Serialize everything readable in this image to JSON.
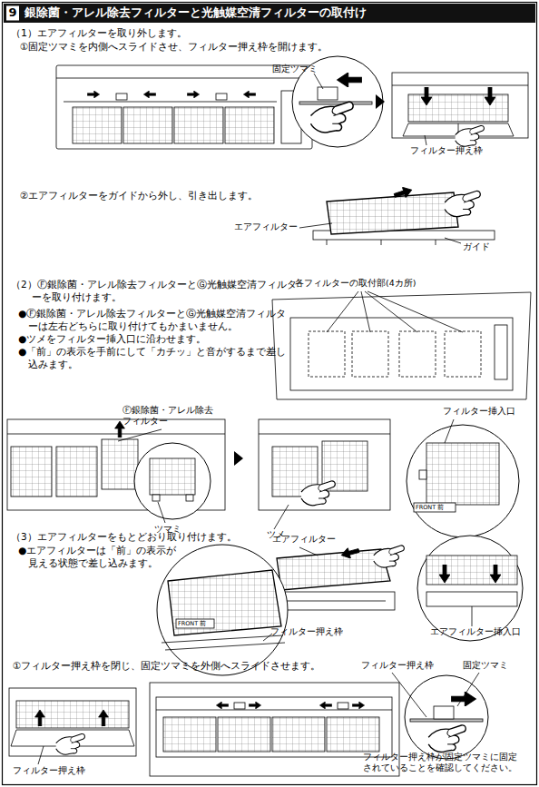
{
  "diagram": {
    "title": "銀除菌・アレル除去フィルターと光触媒空清フィルターの取付け",
    "labels": [
      "9",
      "（1）エアフィルターを取り外します。",
      "①固定ツマミを内側へスライドさせ、フィルター押え枠を開けます。",
      "固定ツマミ",
      "フィルター押え枠",
      "②エアフィルターをガイドから外し、引き出します。",
      "エアフィルター",
      "ガイド",
      "（2）Ⓕ銀除菌・アレル除去フィルターとⒼ光触媒空清フィルターを取り付けます。",
      "●Ⓕ銀除菌・アレル除去フィルターとⒼ光触媒空清フィルターは左右どちらに取り付けてもかまいません。",
      "●ツメをフィルター挿入口に沿わせます。",
      "●「前」の表示を手前にして「カチッ」と音がするまで差し込みます。",
      "各フィルターの取付部(4カ所)",
      "Ⓕ銀除菌・アレル除去フィルター",
      "ツマミ",
      "フィルター挿入口",
      "ツメ",
      "FRONT 前",
      "（3）エアフィルターをもとどおり取り付けます。",
      "●エアフィルターは「前」の表示が見える状態で差し込みます。",
      "エアフィルター",
      "FRONT 前",
      "フィルター押え枠",
      "エアフィルター挿入口",
      "①フィルター押え枠を閉じ、固定ツマミを外側へスライドさせます。",
      "フィルター押え枠",
      "固定ツマミ",
      "フィルター押え枠が固定ツマミに固定されていることを確認してください。",
      "フィルター押え枠"
    ]
  }
}
